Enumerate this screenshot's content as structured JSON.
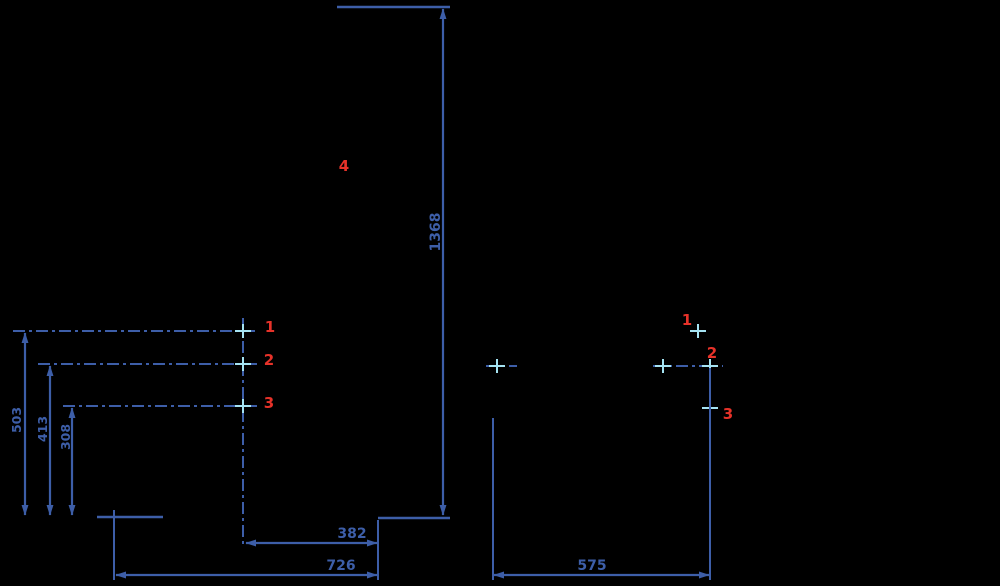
{
  "colors": {
    "background": "#000000",
    "line": "#3d5ea8",
    "label": "#e63229",
    "marker": "#a5e3f2"
  },
  "front_view": {
    "vertical_dim": "1368",
    "label_4": "4",
    "points": [
      {
        "label": "1",
        "dim": "503"
      },
      {
        "label": "2",
        "dim": "413"
      },
      {
        "label": "3",
        "dim": "308"
      }
    ],
    "bottom_dims": [
      "382",
      "726"
    ]
  },
  "side_view": {
    "points": [
      {
        "label": "1"
      },
      {
        "label": "2"
      },
      {
        "label": "3"
      }
    ],
    "bottom_dim": "575"
  }
}
